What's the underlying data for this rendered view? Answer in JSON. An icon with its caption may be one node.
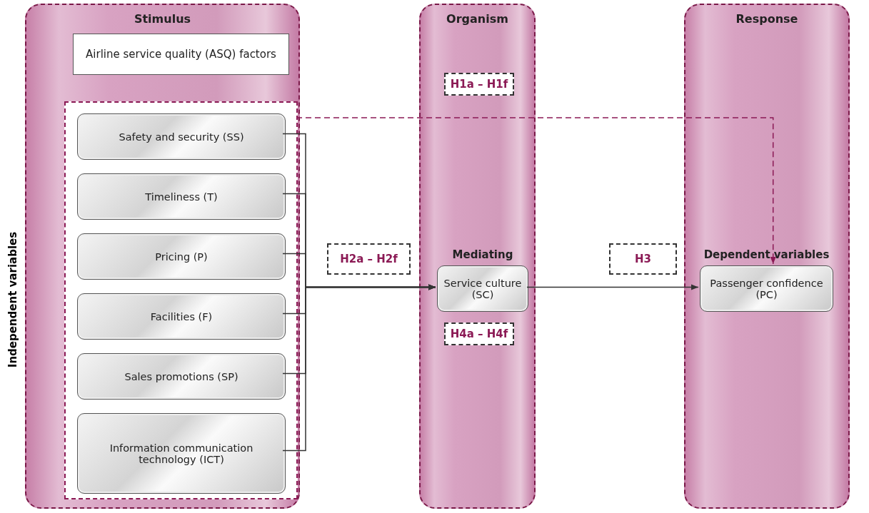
{
  "diagram": {
    "nodes": [
      {
        "text": [
          "Stimulus"
        ]
      },
      {
        "text": [
          "Airline service quality (ASQ) factors"
        ],
        "in": 0
      },
      {
        "text": [],
        "shape": "box",
        "in": 0
      },
      {
        "text": [
          "Safety and security (SS)"
        ],
        "in": 2
      },
      {
        "text": [
          "Timeliness (T)"
        ],
        "in": 2
      },
      {
        "text": [
          "Pricing (P)"
        ],
        "in": 2
      },
      {
        "text": [
          "Facilities (F)"
        ],
        "in": 2
      },
      {
        "text": [
          "Sales promotions (SP)"
        ],
        "in": 2
      },
      {
        "text": [
          "Information communication technology (ICT)"
        ],
        "in": 2
      },
      {
        "text": [
          "Organism"
        ]
      },
      {
        "text": [
          "H1a – H1f"
        ],
        "in": 9
      },
      {
        "text": [
          "Service culture (SC)"
        ],
        "in": 9,
        "beside": [
          "Mediating"
        ]
      },
      {
        "text": [
          "H4a – H4f"
        ],
        "in": 9
      },
      {
        "text": [
          "Response"
        ]
      },
      {
        "text": [
          "Passenger confidence (PC)"
        ],
        "in": 13,
        "beside": [
          "Dependent variables"
        ]
      },
      {
        "text": [
          "H2a – H2f"
        ]
      },
      {
        "text": [
          "H3"
        ]
      }
    ],
    "edges": [
      {
        "from": 3,
        "to": 11,
        "arrow": "to"
      },
      {
        "from": 4,
        "to": 11,
        "arrow": "to"
      },
      {
        "from": 5,
        "to": 11,
        "arrow": "to"
      },
      {
        "from": 6,
        "to": 11,
        "arrow": "to"
      },
      {
        "from": 7,
        "to": 11,
        "arrow": "to"
      },
      {
        "from": 8,
        "to": 11,
        "arrow": "to"
      },
      {
        "from": 11,
        "to": 14,
        "arrow": "to"
      },
      {
        "from": 2,
        "to": 14,
        "arrow": "to",
        "style": "dashed",
        "color": "#8b1a55"
      }
    ],
    "labels": [
      "Independent variables"
    ]
  }
}
